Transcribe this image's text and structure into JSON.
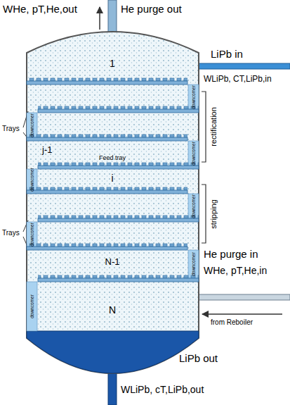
{
  "diagram": {
    "labels": [
      "WHe, pT,He,out",
      "He purge out",
      "LiPb in",
      "WLiPb, CT,LiPb,in",
      "1",
      "Trays",
      "rectification",
      "j-1",
      "Feed tray",
      "i",
      "Trays",
      "stripping",
      "N-1",
      "N",
      "He purge in",
      "WHe, pT,He,in",
      "from Reboiler",
      "LiPb out",
      "WLiPb, cT,LiPb,out",
      "downcomer",
      "downcomer",
      "downcomer",
      "downcomer",
      "downcomer",
      "downcomer",
      "downcomer",
      "downcomer"
    ]
  }
}
